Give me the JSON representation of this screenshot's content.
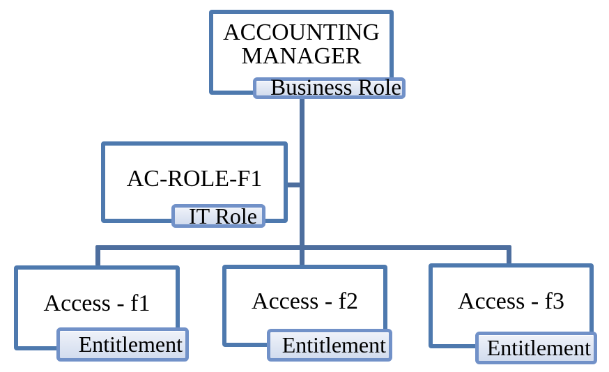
{
  "diagram": {
    "type": "hierarchy-chart",
    "colors": {
      "background": "#ffffff",
      "box_border": "#4e79ae",
      "connector": "#4d6e9e",
      "tag_border": "#7191c8",
      "tag_fill_top": "#eff2f9",
      "tag_fill_bottom": "#d2dcee",
      "text": "#000000"
    },
    "nodes": [
      {
        "id": "accounting-manager",
        "line1": "ACCOUNTING",
        "line2": "MANAGER",
        "title": "ACCOUNTING MANAGER",
        "tag": "Business Role"
      },
      {
        "id": "ac-role-f1",
        "title": "AC-ROLE-F1",
        "tag": "IT Role"
      },
      {
        "id": "access-f1",
        "title": "Access - f1",
        "tag": "Entitlement"
      },
      {
        "id": "access-f2",
        "title": "Access - f2",
        "tag": "Entitlement"
      },
      {
        "id": "access-f3",
        "title": "Access - f3",
        "tag": "Entitlement"
      }
    ],
    "edges": [
      {
        "from": "accounting-manager",
        "to": "ac-role-f1"
      },
      {
        "from": "accounting-manager",
        "to": "access-f1"
      },
      {
        "from": "accounting-manager",
        "to": "access-f2"
      },
      {
        "from": "accounting-manager",
        "to": "access-f3"
      }
    ]
  }
}
